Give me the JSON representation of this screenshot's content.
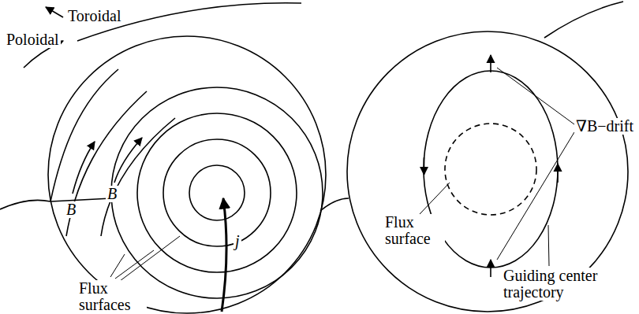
{
  "diagram": {
    "labels": [
      "Toroidal",
      "Poloidal",
      "B",
      "B",
      "j",
      "Flux surfaces",
      "Flux surface",
      "∇B−drift",
      "Guiding center trajectory"
    ]
  }
}
